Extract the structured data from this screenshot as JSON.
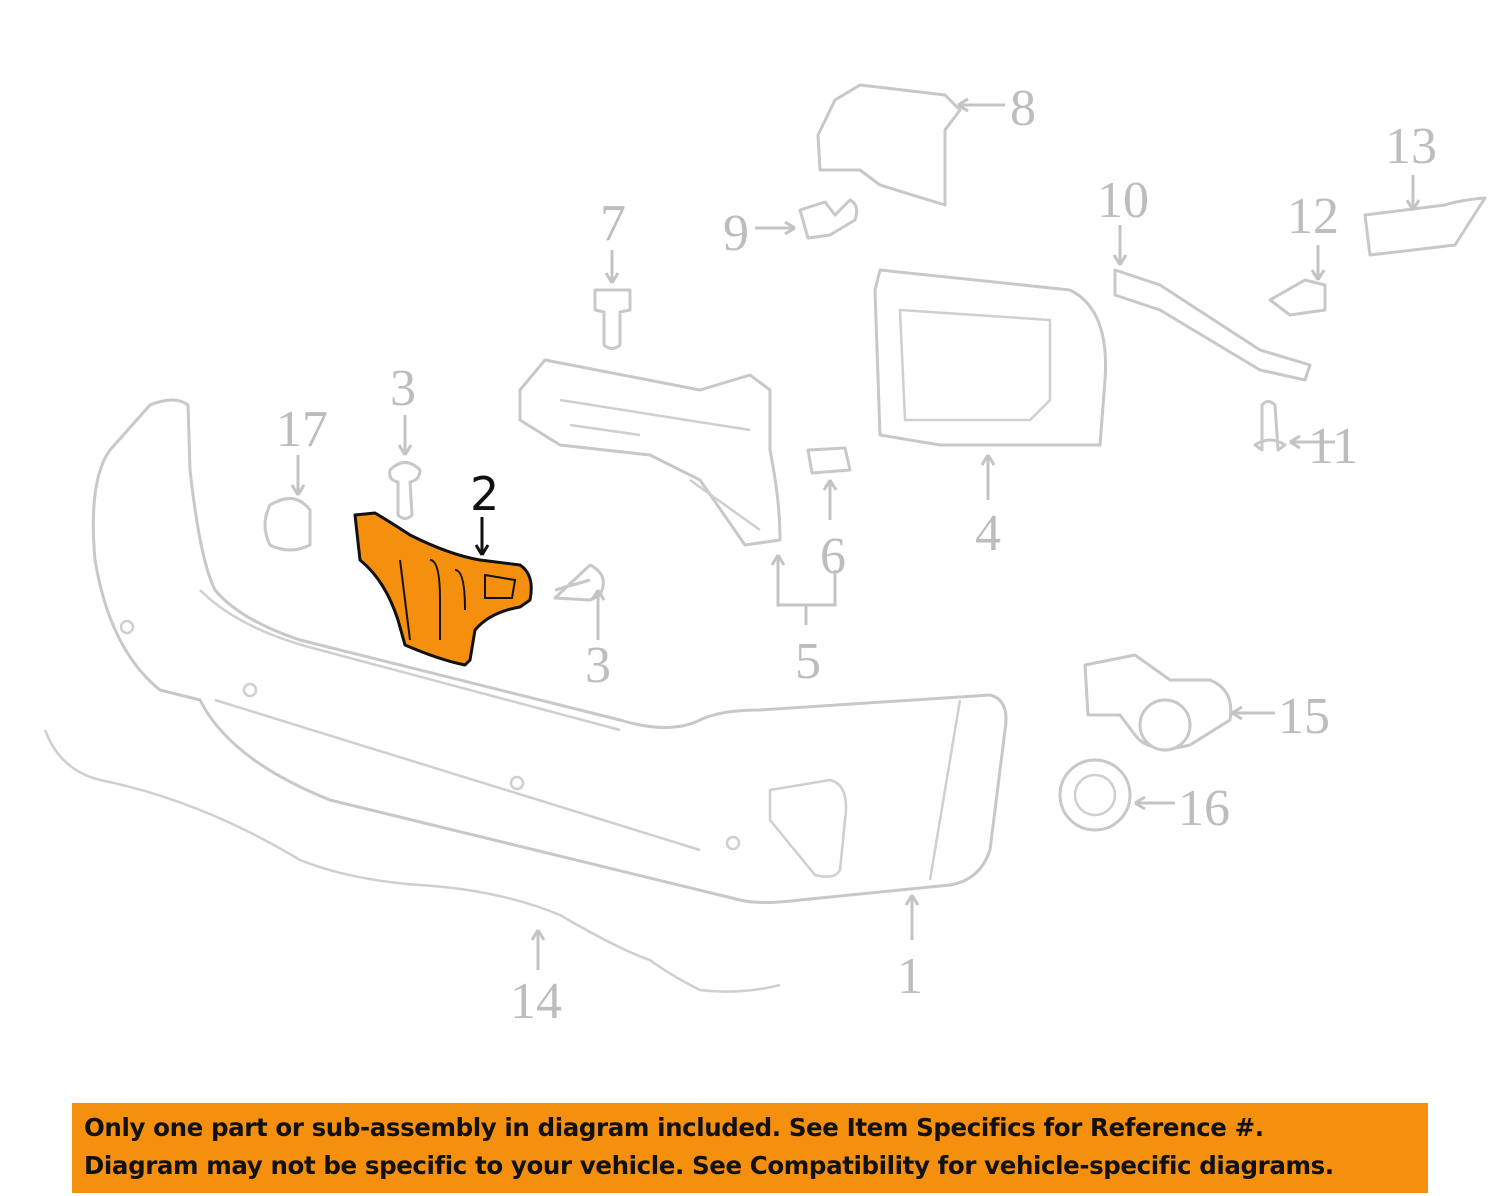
{
  "diagram": {
    "highlighted_part": "2",
    "highlight_color": "#f5900f",
    "callouts": [
      "1",
      "2",
      "3",
      "3",
      "4",
      "5",
      "6",
      "7",
      "8",
      "9",
      "10",
      "11",
      "12",
      "13",
      "14",
      "15",
      "16",
      "17"
    ]
  },
  "banner": {
    "line1": "Only one part or sub-assembly in diagram included. See Item Specifics for Reference #.",
    "line2": "Diagram may not be specific to your vehicle. See Compatibility for vehicle-specific diagrams."
  }
}
